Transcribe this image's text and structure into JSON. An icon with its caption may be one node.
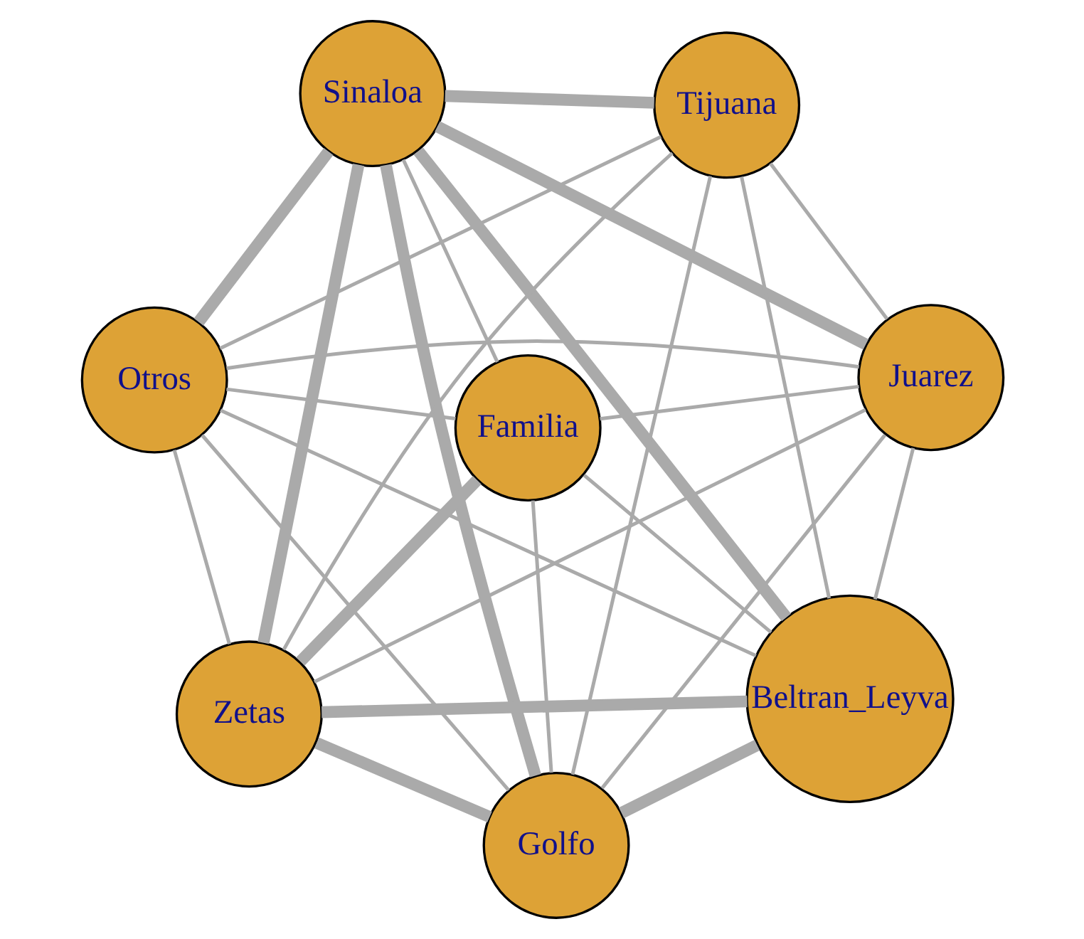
{
  "diagram": {
    "nodes": [
      {
        "text": [
          "Otros"
        ]
      },
      {
        "text": [
          "Juarez"
        ]
      },
      {
        "text": [
          "Golfo"
        ]
      },
      {
        "text": [
          "Sinaloa"
        ]
      },
      {
        "text": [
          "Tijuana"
        ]
      },
      {
        "text": [
          "Familia"
        ]
      },
      {
        "text": [
          "Zetas"
        ]
      },
      {
        "text": [
          "Beltran_Leyva"
        ]
      }
    ],
    "edges": [
      {
        "from": 0,
        "to": 1,
        "arrow": "none"
      },
      {
        "from": 0,
        "to": 4,
        "arrow": "none"
      },
      {
        "from": 0,
        "to": 3,
        "arrow": "none",
        "style": "thick"
      },
      {
        "from": 0,
        "to": 7,
        "arrow": "none"
      },
      {
        "from": 0,
        "to": 2,
        "arrow": "none"
      },
      {
        "from": 0,
        "to": 6,
        "arrow": "none"
      },
      {
        "from": 0,
        "to": 5,
        "arrow": "none"
      },
      {
        "from": 1,
        "to": 4,
        "arrow": "none"
      },
      {
        "from": 1,
        "to": 7,
        "arrow": "none"
      },
      {
        "from": 1,
        "to": 3,
        "arrow": "none",
        "style": "thick"
      },
      {
        "from": 1,
        "to": 6,
        "arrow": "none"
      },
      {
        "from": 1,
        "to": 2,
        "arrow": "none"
      },
      {
        "from": 1,
        "to": 5,
        "arrow": "none"
      },
      {
        "from": 2,
        "to": 3,
        "arrow": "none",
        "style": "thick"
      },
      {
        "from": 2,
        "to": 6,
        "arrow": "none",
        "style": "thick"
      },
      {
        "from": 2,
        "to": 5,
        "arrow": "none"
      },
      {
        "from": 2,
        "to": 7,
        "arrow": "none",
        "style": "thick"
      },
      {
        "from": 4,
        "to": 3,
        "arrow": "none",
        "style": "thick"
      },
      {
        "from": 4,
        "to": 2,
        "arrow": "none"
      },
      {
        "from": 3,
        "to": 5,
        "arrow": "none"
      },
      {
        "from": 3,
        "to": 6,
        "arrow": "none",
        "style": "thick"
      },
      {
        "from": 3,
        "to": 7,
        "arrow": "none",
        "style": "thick"
      },
      {
        "from": 4,
        "to": 6,
        "arrow": "none"
      },
      {
        "from": 4,
        "to": 7,
        "arrow": "none"
      },
      {
        "from": 6,
        "to": 5,
        "arrow": "none",
        "style": "thick"
      },
      {
        "from": 6,
        "to": 7,
        "arrow": "none",
        "style": "thick"
      },
      {
        "from": 5,
        "to": 7,
        "arrow": "none"
      }
    ]
  }
}
